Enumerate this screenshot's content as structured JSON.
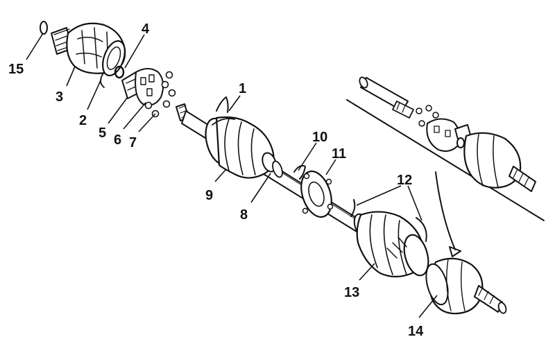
{
  "diagram": {
    "callouts": [
      {
        "id": "15",
        "label": "15"
      },
      {
        "id": "3",
        "label": "3"
      },
      {
        "id": "2",
        "label": "2"
      },
      {
        "id": "4",
        "label": "4"
      },
      {
        "id": "5",
        "label": "5"
      },
      {
        "id": "6",
        "label": "6"
      },
      {
        "id": "7",
        "label": "7"
      },
      {
        "id": "1",
        "label": "1"
      },
      {
        "id": "9",
        "label": "9"
      },
      {
        "id": "8",
        "label": "8"
      },
      {
        "id": "10",
        "label": "10"
      },
      {
        "id": "11",
        "label": "11"
      },
      {
        "id": "12",
        "label": "12"
      },
      {
        "id": "13",
        "label": "13"
      },
      {
        "id": "14",
        "label": "14"
      }
    ]
  }
}
